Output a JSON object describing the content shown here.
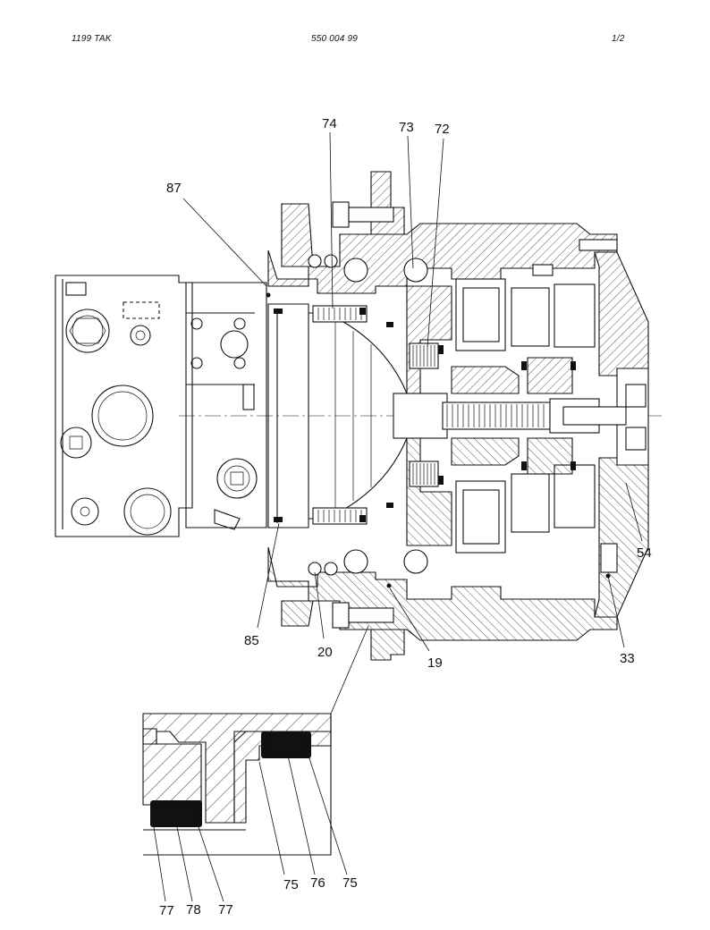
{
  "header": {
    "left": "1199  TAK",
    "center": "550 004 99",
    "right": "1/2"
  },
  "callouts": {
    "c74": "74",
    "c73": "73",
    "c72": "72",
    "c87": "87",
    "c54": "54",
    "c85": "85",
    "c20": "20",
    "c19": "19",
    "c33": "33",
    "c75a": "75",
    "c76": "76",
    "c75b": "75",
    "c77a": "77",
    "c78": "78",
    "c77b": "77"
  }
}
